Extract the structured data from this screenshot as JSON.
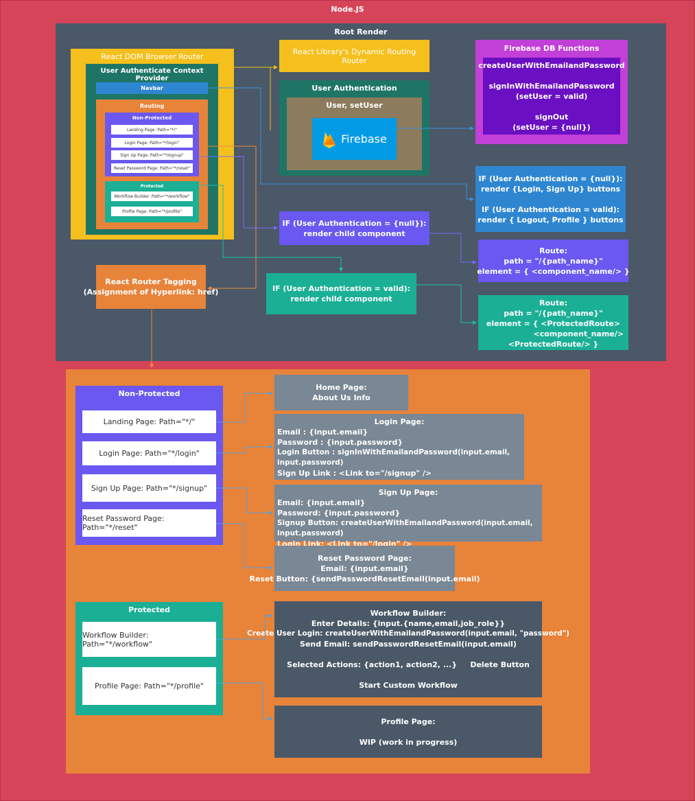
{
  "title": "Node.JS",
  "root_render": {
    "title": "Root Render",
    "browser_router": "React DOM Browser Router",
    "context_provider": "User Authenticate Context Provider",
    "navbar": "Navbar",
    "routing": "Routing",
    "non_protected": {
      "title": "Non-Protected",
      "items": [
        "Landing Page: Path=\"*/\"",
        "Login Page: Path=\"*/login\"",
        "Sign Up Page: Path=\"*/signup\"",
        "Reset Password Page: Path=\"*/reset\""
      ]
    },
    "protected": {
      "title": "Protected",
      "items": [
        "Workflow Builder: Path=\"*/workflow\"",
        "Profile Page: Path=\"*/profile\""
      ]
    },
    "dynamic_router": "React Library's Dynamic Routing Router",
    "user_auth": {
      "title": "User Authentication",
      "state": "User, setUser",
      "firebase_logo": "Firebase",
      "firebase_logo_color": "#039BE5"
    },
    "firebase_db": {
      "title": "Firebase DB Functions",
      "lines": [
        "createUserWithEmailandPassword",
        "",
        "signInWithEmailandPassword",
        "(setUser = valid)",
        "",
        "signOut",
        "(setUser = {null})"
      ]
    },
    "if_navbar": [
      "IF (User Authentication = {null}):",
      "render {Login, Sign Up} buttons",
      "",
      "IF (User Authentication = valid):",
      "render { Logout, Profile } buttons"
    ],
    "if_null": [
      "IF (User Authentication = {null}):",
      "render child component"
    ],
    "route_public": [
      "Route:",
      "path = \"/{path_name}\"",
      "element = { <component_name/> }"
    ],
    "tagging": [
      "React Router Tagging",
      "(Assignment of Hyperlink: href)"
    ],
    "if_valid": [
      "IF (User Authentication = valid):",
      "render child component"
    ],
    "route_protected": [
      "Route:",
      "path = \"/{path_name}\"",
      "element = { <ProtectedRoute>",
      "<component_name/>",
      "<ProtectedRoute/> }"
    ]
  },
  "pages": {
    "non_protected": {
      "title": "Non-Protected",
      "items": [
        "Landing Page: Path=\"*/\"",
        "Login Page: Path=\"*/login\"",
        "Sign Up Page: Path=\"*/signup\"",
        "Reset Password Page: Path=\"*/reset\""
      ]
    },
    "protected": {
      "title": "Protected",
      "items": [
        "Workflow Builder: Path=\"*/workflow\"",
        "Profile Page: Path=\"*/profile\""
      ]
    },
    "home": [
      "Home Page:",
      "About Us Info"
    ],
    "login": {
      "title": "Login Page:",
      "lines": [
        "Email : {input.email}",
        "Password : {input.password}",
        "Login Button : signInWithEmailandPassword(input.email, input.password)",
        "Sign Up Link : <Link to=\"/signup\" />"
      ]
    },
    "signup": {
      "title": "Sign Up Page:",
      "lines": [
        "Email: {input.email}",
        "Password: {input.password}",
        "Signup Button: createUserWithEmailandPassword(input.email, input.password)",
        "Login Link: <Link to=\"/login\" />"
      ]
    },
    "reset": [
      "Reset Password Page:",
      "Email: {input.email}",
      "Reset Button: {sendPasswordResetEmail(input.email)"
    ],
    "workflow": [
      "Workflow Builder:",
      "Enter Details: {input.{name,email,job_role}}",
      "Create User Login: createUserWithEmailandPassword(input.email, \"password\")",
      "Send Email: sendPasswordResetEmail(input.email)",
      "",
      "Selected Actions: {action1, action2, ...}     Delete Button",
      "",
      "Start Custom Workflow"
    ],
    "profile": [
      "Profile Page:",
      "",
      "WIP (work in progress)"
    ]
  }
}
